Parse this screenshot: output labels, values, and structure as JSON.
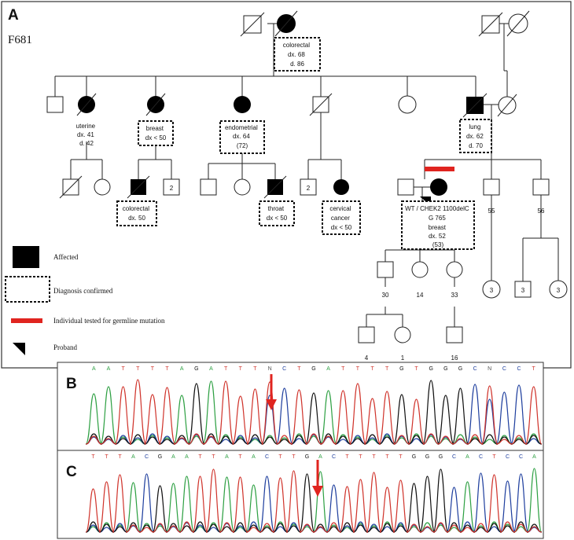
{
  "panel_a": {
    "label": "A",
    "family_id": "F681",
    "grandparents": {
      "diagnosis": [
        "colorectal",
        "dx. 68",
        "d. 86"
      ]
    },
    "gen2": {
      "uterine_sister": [
        "uterine",
        "dx. 41",
        "d. 42"
      ],
      "breast_sister": [
        "breast",
        "dx < 50"
      ],
      "endometrial_sister": [
        "endometrial",
        "dx. 64",
        "(72)"
      ],
      "lung_brother": [
        "lung",
        "dx. 62",
        "d. 70"
      ]
    },
    "gen3": {
      "colorectal_son": [
        "colorectal",
        "dx. 50"
      ],
      "sibling_count_2a": "2",
      "throat_son": [
        "throat",
        "dx < 50"
      ],
      "sibling_count_2b": "2",
      "cervical_daughter": [
        "cervical",
        "cancer",
        "dx < 50"
      ],
      "proband": [
        "WT / CHEK2 1100delC",
        "G 765",
        "breast",
        "dx. 52",
        "(53)"
      ],
      "age_55": "55",
      "age_56": "56"
    },
    "gen4": {
      "count_3a": "3",
      "count_3b": "3",
      "count_3c": "3",
      "age_30": "30",
      "age_14": "14",
      "age_33": "33"
    },
    "gen5": {
      "age_4": "4",
      "age_1": "1",
      "age_16": "16"
    },
    "legend": {
      "affected": "Affected",
      "diagnosis_confirmed": "Diagnosis confirmed",
      "tested": "Individual tested for germline mutation",
      "proband": "Proband"
    },
    "colors": {
      "tested_bar": "#e0241f"
    }
  },
  "panel_b": {
    "label": "B",
    "bases": "AATTTTAGATTTNCTGATTTTGTGGGCNCCT"
  },
  "panel_c": {
    "label": "C",
    "bases": "TTTACGAATTATACTTGACTTTTTGGGCACTCCA"
  },
  "trace_colors": {
    "A": "#2ea043",
    "C": "#1f3f9e",
    "G": "#111111",
    "T": "#d0342c",
    "arrow": "#e0241f"
  }
}
